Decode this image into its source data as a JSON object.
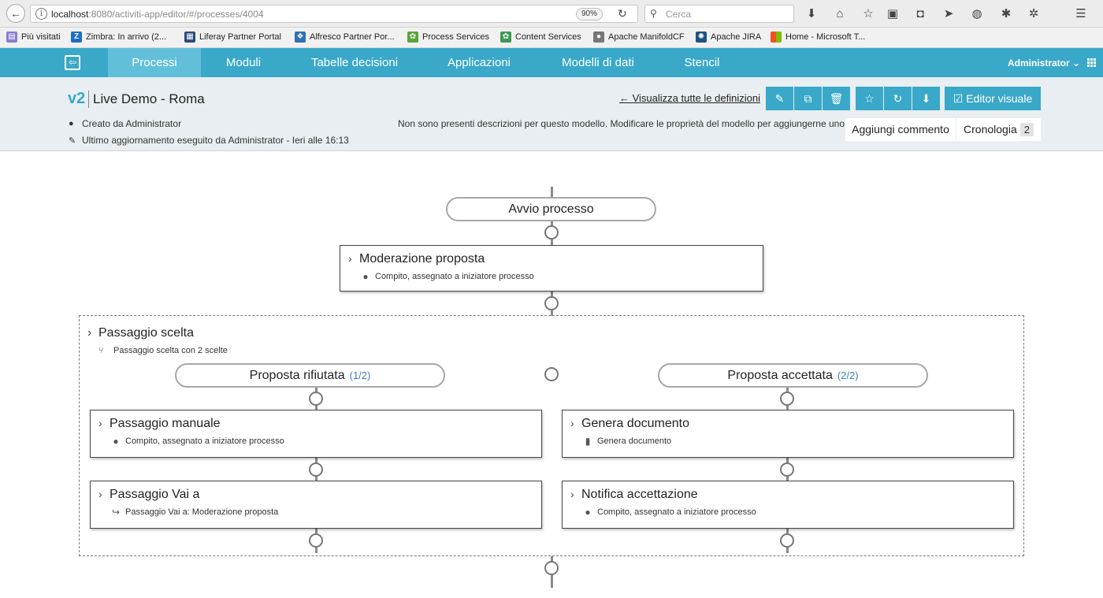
{
  "browser": {
    "url_host": "localhost",
    "url_rest": ":8080/activiti-app/editor/#/processes/4004",
    "zoom": "90%",
    "search_placeholder": "Cerca"
  },
  "bookmarks": [
    {
      "label": "Più visitati",
      "color": "#8a7bd1",
      "glyph": "▤"
    },
    {
      "label": "Zimbra: In arrivo (2...",
      "color": "#1e6fc2",
      "glyph": "Z"
    },
    {
      "label": "Liferay Partner Portal",
      "color": "#2c4a7a",
      "glyph": "▦"
    },
    {
      "label": "Alfresco Partner Por...",
      "color": "#2f6fb3",
      "glyph": "❖"
    },
    {
      "label": "Process Services",
      "color": "#5aa43a",
      "glyph": "✿"
    },
    {
      "label": "Content Services",
      "color": "#3c9a52",
      "glyph": "✿"
    },
    {
      "label": "Apache ManifoldCF",
      "color": "#777777",
      "glyph": "●"
    },
    {
      "label": "Apache JIRA",
      "color": "#205081",
      "glyph": "✺"
    },
    {
      "label": "Home - Microsoft T...",
      "color": "#f25022",
      "glyph": "▦"
    }
  ],
  "nav": {
    "tabs": [
      "Processi",
      "Moduli",
      "Tabelle decisioni",
      "Applicazioni",
      "Modelli di dati",
      "Stencil"
    ],
    "user": "Administrator"
  },
  "header": {
    "version": "v2",
    "title": "Live Demo - Roma",
    "created_by": "Creato da Administrator",
    "updated": "Ultimo aggiornamento eseguito da Administrator - Ieri alle 16:13",
    "description": "Non sono presenti descrizioni per questo modello. Modificare le proprietà del modello per aggiungerne uno",
    "view_all": "← Visualizza tutte le definizioni",
    "visual_editor": "Editor visuale",
    "add_comment": "Aggiungi commento",
    "history": "Cronologia",
    "history_count": "2"
  },
  "process": {
    "start": "Avvio processo",
    "moderation": {
      "title": "Moderazione proposta",
      "subtitle": "Compito, assegnato a iniziatore processo"
    },
    "choice": {
      "title": "Passaggio scelta",
      "subtitle": "Passaggio scelta con 2 scelte"
    },
    "rejected": {
      "label": "Proposta rifiutata",
      "count": "(1/2)"
    },
    "accepted": {
      "label": "Proposta accettata",
      "count": "(2/2)"
    },
    "manual": {
      "title": "Passaggio manuale",
      "subtitle": "Compito, assegnato a iniziatore processo"
    },
    "goto": {
      "title": "Passaggio Vai a",
      "subtitle": "Passaggio Vai a: Moderazione proposta"
    },
    "generate": {
      "title": "Genera documento",
      "subtitle": "Genera documento"
    },
    "notify": {
      "title": "Notifica accettazione",
      "subtitle": "Compito, assegnato a iniziatore processo"
    }
  },
  "colors": {
    "brand": "#3aa8c8",
    "brand_active": "#62bfd9",
    "link_count": "#3a7fc1"
  }
}
